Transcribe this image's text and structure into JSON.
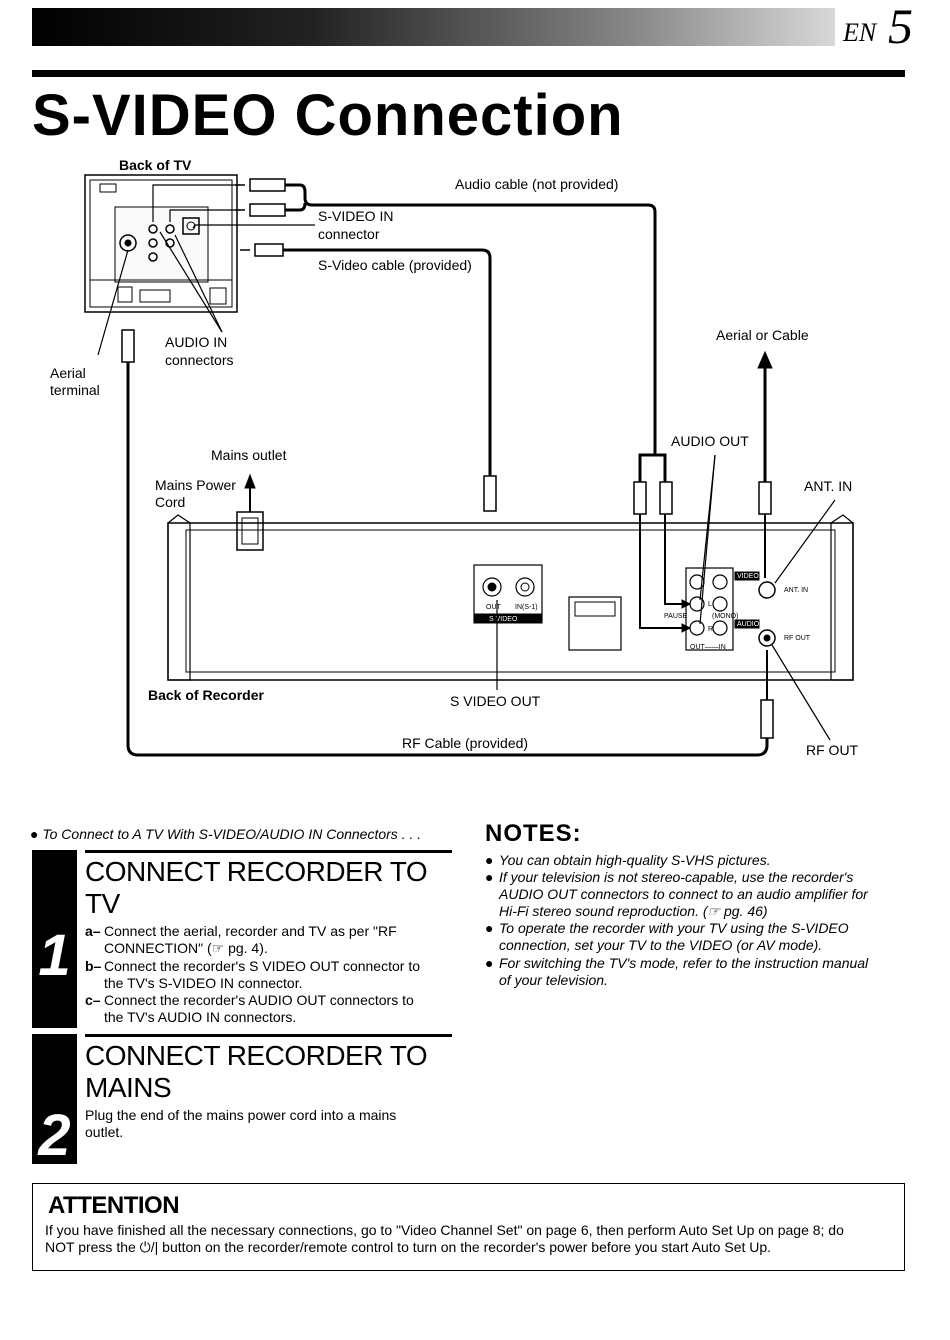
{
  "header": {
    "lang": "EN",
    "page": "5"
  },
  "title": "S-VIDEO Connection",
  "diagram": {
    "back_of_tv": "Back of TV",
    "audio_cable": "Audio cable (not provided)",
    "svideo_in_1": "S-VIDEO IN",
    "svideo_in_2": "connector",
    "svideo_cable": "S-Video cable (provided)",
    "aerial_or_cable": "Aerial or Cable",
    "audio_in_1": "AUDIO IN",
    "audio_in_2": "connectors",
    "aerial_1": "Aerial",
    "aerial_2": "terminal",
    "mains_outlet": "Mains outlet",
    "audio_out": "AUDIO OUT",
    "mains_cord_1": "Mains Power",
    "mains_cord_2": "Cord",
    "ant_in": "ANT. IN",
    "back_of_recorder": "Back of Recorder",
    "svideo_out": "S VIDEO OUT",
    "rf_cable": "RF Cable (provided)",
    "rf_out": "RF OUT",
    "panel": {
      "out": "OUT",
      "in_s1": "IN(S-1)",
      "s_video": "S   VIDEO",
      "video": "VIDEO",
      "audio": "AUDIO",
      "pause": "PAUSE",
      "l": "L",
      "r": "R",
      "mono": "(MONO)",
      "out_in": "OUT——IN",
      "ant_in": "ANT. IN",
      "rf_out": "RF OUT"
    }
  },
  "intro": "To Connect to A TV With S-VIDEO/AUDIO IN Connectors . . .",
  "steps": [
    {
      "num": "1",
      "title": "CONNECT RECORDER TO TV",
      "items": [
        {
          "marker": "a–",
          "line1": "Connect the aerial, recorder and TV as per \"RF",
          "line2": "CONNECTION\" (☞ pg. 4)."
        },
        {
          "marker": "b–",
          "line1": "Connect the recorder's S VIDEO OUT connector to",
          "line2": "the TV's S-VIDEO IN connector."
        },
        {
          "marker": "c–",
          "line1": "Connect the recorder's AUDIO OUT connectors to",
          "line2": "the TV's AUDIO IN connectors."
        }
      ]
    },
    {
      "num": "2",
      "title": "CONNECT RECORDER TO MAINS",
      "text_1": "Plug the end of the mains power cord into a mains",
      "text_2": "outlet."
    }
  ],
  "notes": {
    "heading": "NOTES:",
    "items": [
      {
        "l1": "You can obtain high-quality S-VHS pictures."
      },
      {
        "l1": "If your television is not stereo-capable, use the recorder's",
        "l2": "AUDIO OUT connectors to connect to an audio amplifier for",
        "l3": "Hi-Fi stereo sound reproduction. (☞ pg. 46)"
      },
      {
        "l1": "To operate the recorder with your TV using the S-VIDEO",
        "l2": "connection, set your TV to the VIDEO (or AV mode)."
      },
      {
        "l1": "For switching the TV's mode, refer to the instruction manual",
        "l2": "of your television."
      }
    ]
  },
  "attention": {
    "heading": "ATTENTION",
    "line1": "If you have finished all the necessary connections, go to \"Video Channel Set\" on page 6, then perform Auto Set Up on page 8; do",
    "line2": "NOT press the  ⏻/| button on the recorder/remote control to turn on the recorder's power before you start Auto Set Up."
  }
}
